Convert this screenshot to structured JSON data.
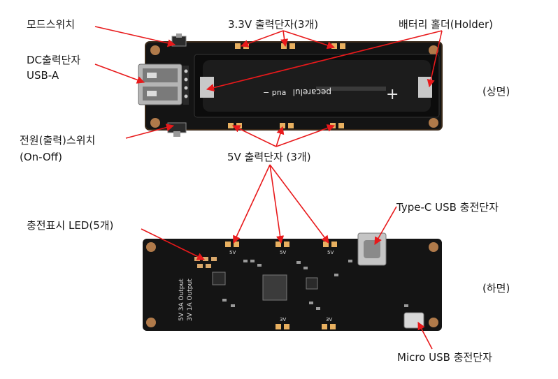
{
  "labels": {
    "mode_switch": "모드스위치",
    "out_3v3": "3.3V 출력단자(3개)",
    "battery_holder": "배터리 홀더(Holder)",
    "dc_out_line1": "DC출력단자",
    "dc_out_line2": "USB-A",
    "top_side": "(상면)",
    "power_switch_line1": "전원(출력)스위치",
    "power_switch_line2": "(On-Off)",
    "out_5v": "5V 출력단자 (3개)",
    "charge_led": "충전표시 LED(5개)",
    "typec": "Type-C USB 충전단자",
    "bottom_side": "(하면)",
    "micro_usb": "Micro USB 충전단자"
  },
  "silkscreen": {
    "top_brand": "pecarelul",
    "top_minus": "− pna",
    "top_plus": "+",
    "bottom_out1": "5V 3A Output",
    "bottom_out2": "3V 1A Output",
    "pin_5v": "5V",
    "pin_3v": "3V"
  },
  "colors": {
    "pcb": "#141414",
    "pcb_edge": "#b07a4a",
    "arrow": "#e8191b",
    "metal": "#c8c8c8"
  }
}
